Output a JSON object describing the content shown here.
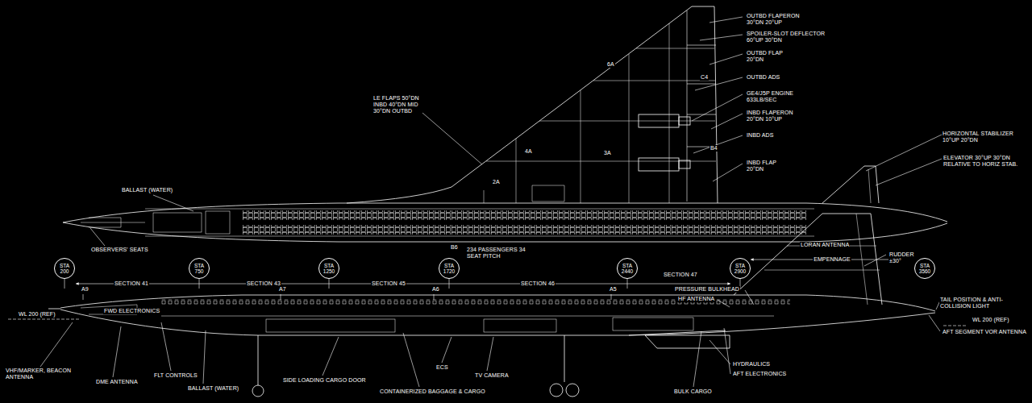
{
  "diagram": {
    "nodes": [
      {
        "text": [
          "STA 200"
        ]
      },
      {
        "text": [
          "STA 750"
        ]
      },
      {
        "text": [
          "STA 1250"
        ]
      },
      {
        "text": [
          "STA 1720"
        ]
      },
      {
        "text": [
          "STA 2440"
        ]
      },
      {
        "text": [
          "STA 2900"
        ]
      },
      {
        "text": [
          "STA 3560"
        ]
      }
    ],
    "labels": [
      "LE FLAPS 50°DN INBD 40°DN MID 30°DN OUTBD",
      "OUTBD FLAPERON 30°DN 20°UP",
      "SPOILER-SLOT DEFLECTOR 60°UP 30°DN",
      "OUTBD FLAP 20°DN",
      "C4",
      "OUTBD ADS",
      "GE4/J5P ENGINE 633LB/SEC",
      "INBD FLAPERON 20°DN 10°UP",
      "INBD ADS",
      "B4",
      "INBD FLAP 20°DN",
      "HORIZONTAL STABILIZER 10°UP 20°DN",
      "ELEVATOR 30°UP 30°DN RELATIVE TO HORIZ STAB.",
      "6A",
      "4A",
      "3A",
      "2A",
      "BALLAST (WATER)",
      "OBSERVERS' SEATS",
      "B6",
      "234 PASSENGERS 34 SEAT PITCH",
      "LORAN ANTENNA",
      "EMPENNAGE",
      "SECTION 41",
      "SECTION 43",
      "SECTION 45",
      "SECTION 46",
      "SECTION 47",
      "PRESSURE BULKHEAD",
      "HF ANTENNA",
      "RUDDER ±30°",
      "TAIL POSITION & ANTI-COLLISION LIGHT",
      "AFT SEGMENT VOR ANTENNA",
      "WL 200 (REF)",
      "WL 200 (REF)",
      "FWD ELECTRONICS",
      "A9",
      "A7",
      "A6",
      "A5",
      "VHF/MARKER, BEACON ANTENNA",
      "DME ANTENNA",
      "FLT CONTROLS",
      "BALLAST (WATER)",
      "SIDE LOADING CARGO DOOR",
      "ECS",
      "TV CAMERA",
      "CONTAINERIZED BAGGAGE & CARGO",
      "HYDRAULICS",
      "AFT ELECTRONICS",
      "BULK CARGO"
    ]
  }
}
